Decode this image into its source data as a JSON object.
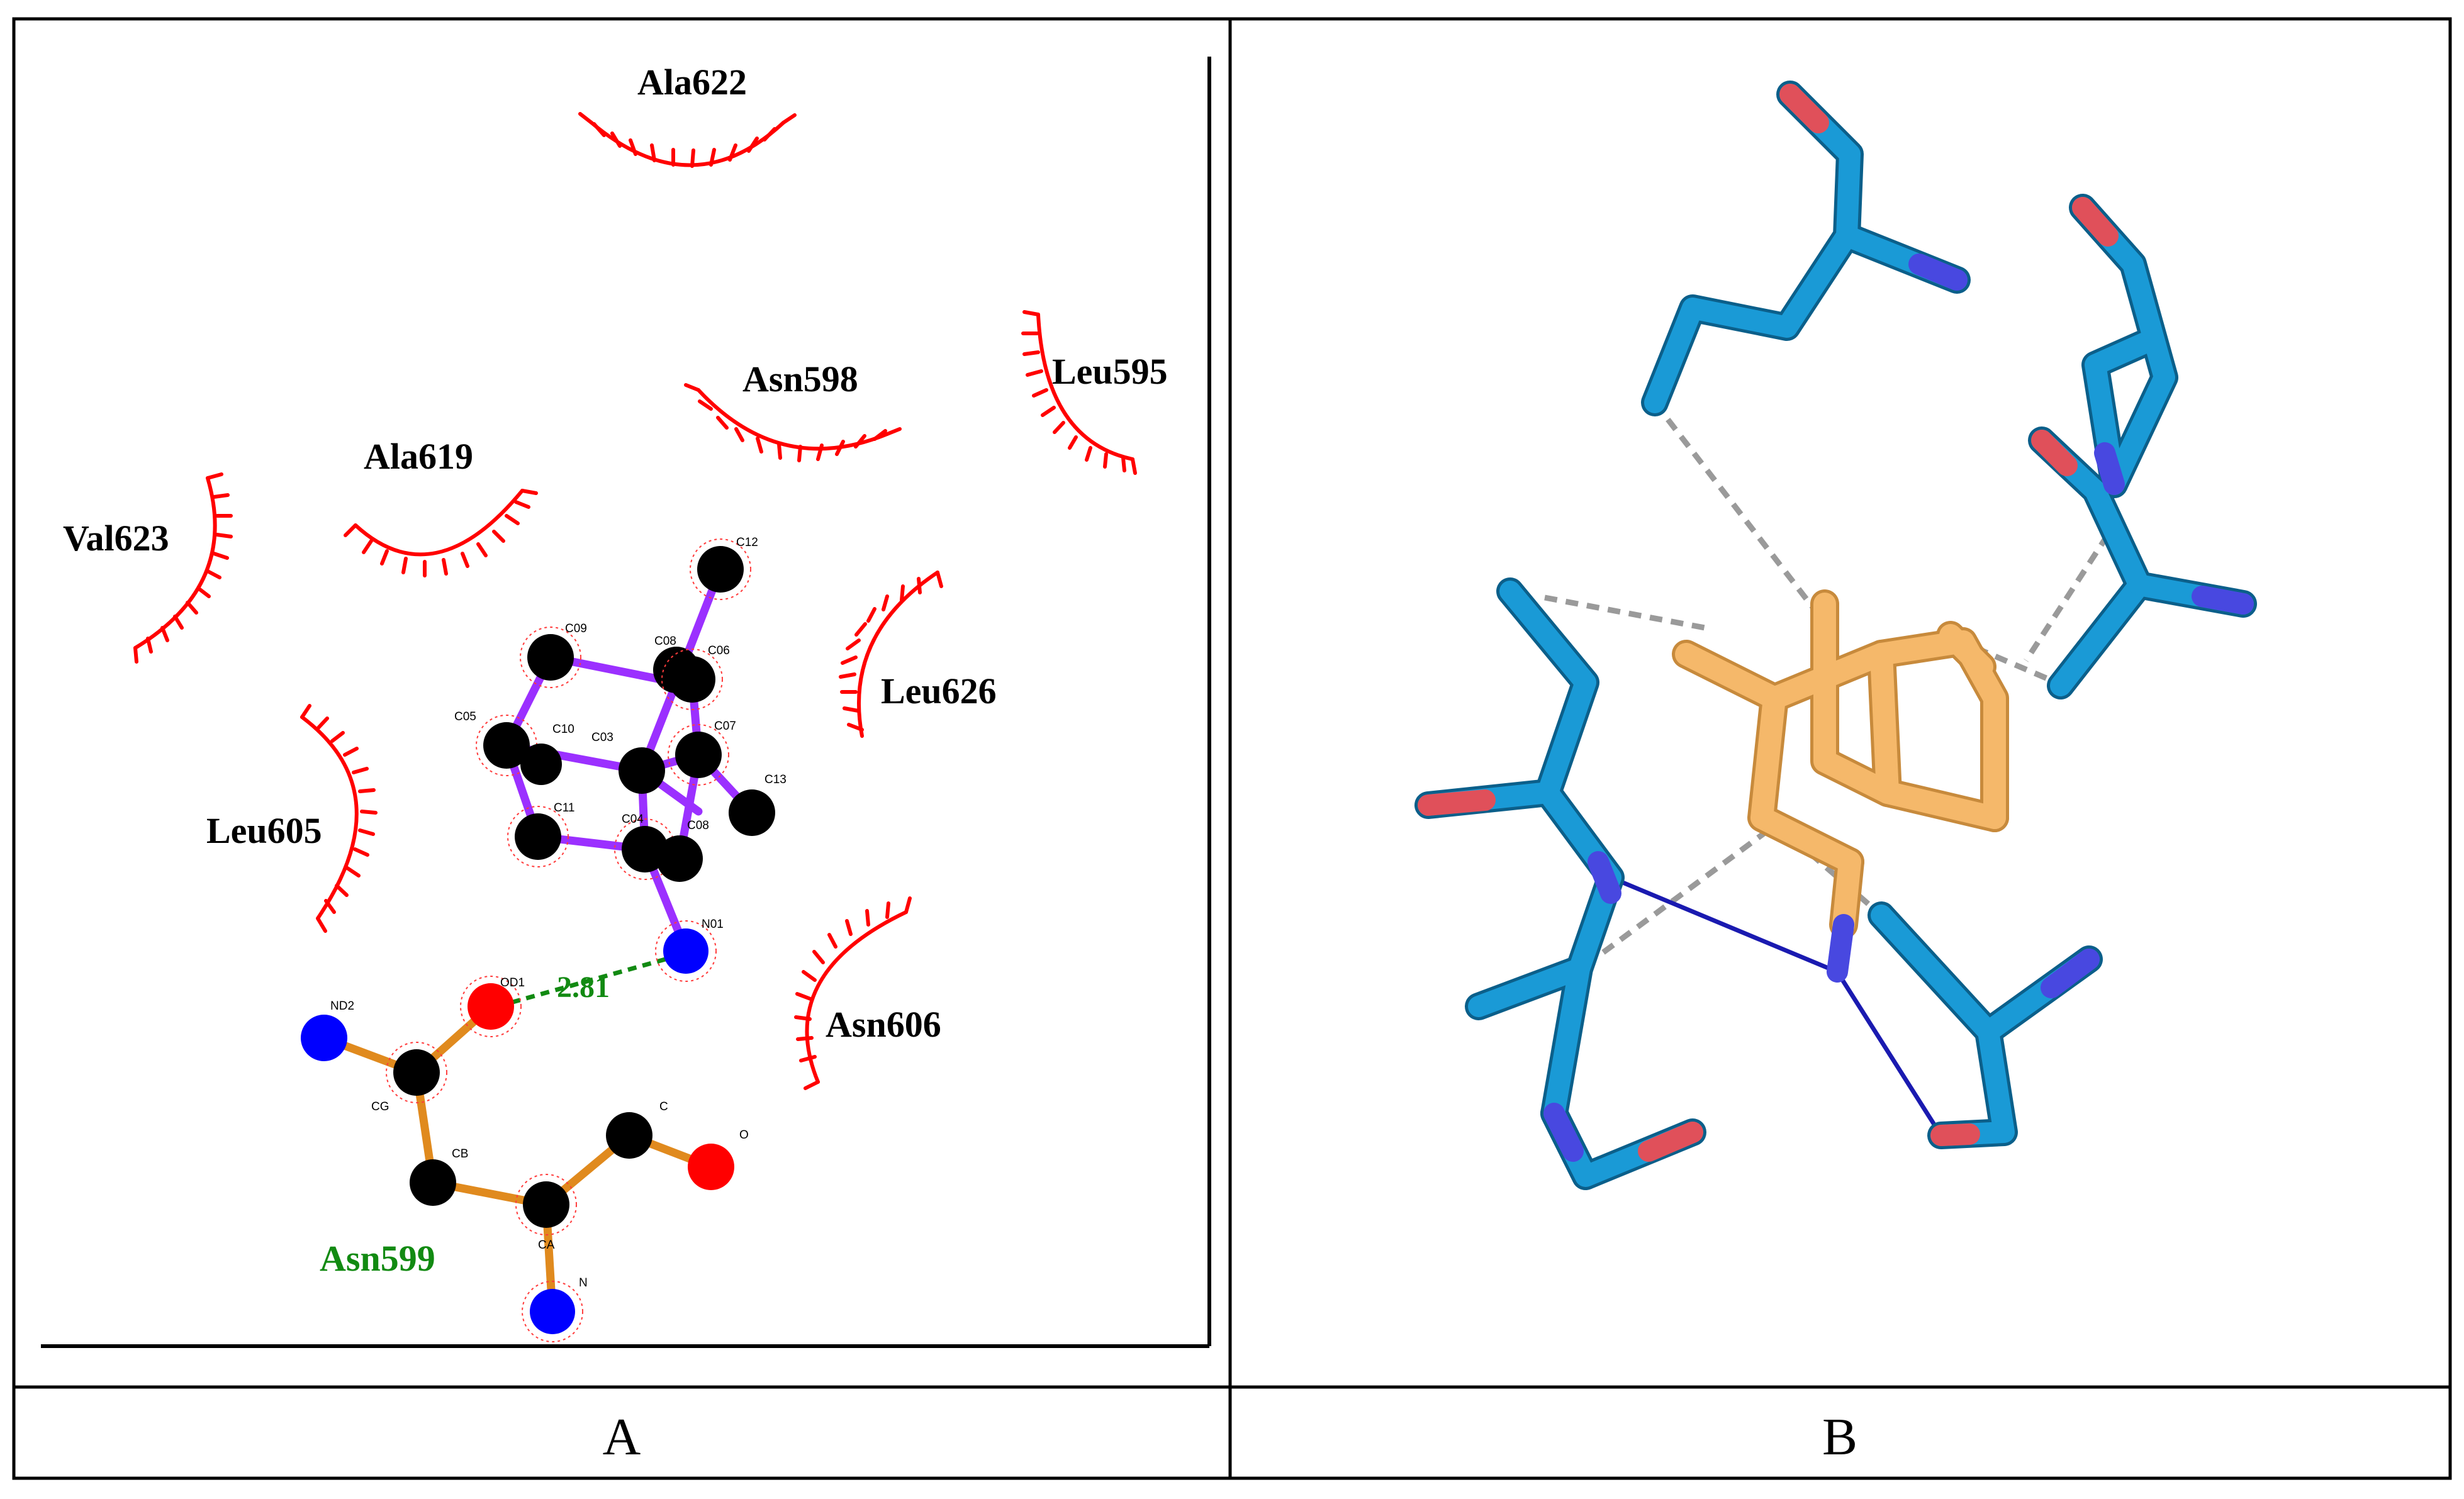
{
  "panels": {
    "a": {
      "caption": "A",
      "residues": [
        "Ala622",
        "Asn598",
        "Leu595",
        "Ala619",
        "Val623",
        "Leu626",
        "Leu605",
        "Asn606"
      ],
      "hbond_residue": "Asn599",
      "hbond_distance": "2.81",
      "ligand_atoms": [
        "C12",
        "C09",
        "C08",
        "C06",
        "C05",
        "C10",
        "C03",
        "C07",
        "C13",
        "C11",
        "C04",
        "C08",
        "N01"
      ],
      "residue_atoms": [
        "ND2",
        "OD1",
        "CG",
        "CB",
        "CA",
        "C",
        "O",
        "N"
      ]
    },
    "b": {
      "caption": "B"
    }
  },
  "colors": {
    "hydrophobic_arc": "#ff0000",
    "ligand_bond": "#9b30ff",
    "residue_bond": "#e08a1e",
    "carbon": "#000000",
    "nitrogen": "#0000ff",
    "oxygen": "#ff0000",
    "hbond": "#128a12",
    "protein_stick": "#1a9ad6",
    "ligand_stick": "#f5b86a",
    "interaction_dash": "#999999",
    "polar_contact": "#1a1ab0"
  }
}
